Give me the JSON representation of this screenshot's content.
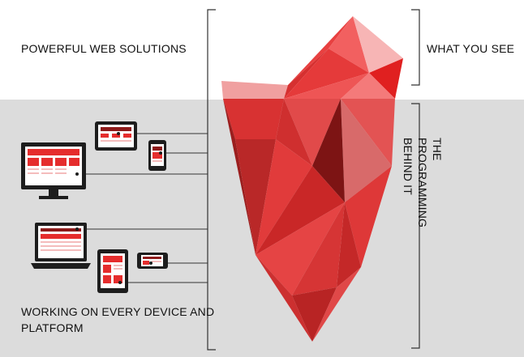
{
  "headline": "POWERFUL WEB SOLUTIONS",
  "what_you_see": "WHAT YOU SEE",
  "programming_behind": "THE PROGRAMMING BEHIND IT",
  "devices_caption": "WORKING ON EVERY DEVICE AND PLATFORM",
  "colors": {
    "red": "#e52d2d",
    "dark_red": "#8e1a1a",
    "gray_band": "#dcdcdc",
    "device_body": "#1d1d1d"
  },
  "icons": [
    "tablet-landscape-icon",
    "phone-portrait-icon",
    "desktop-monitor-icon",
    "laptop-icon",
    "tablet-portrait-icon",
    "phone-landscape-icon",
    "iceberg-graphic"
  ]
}
